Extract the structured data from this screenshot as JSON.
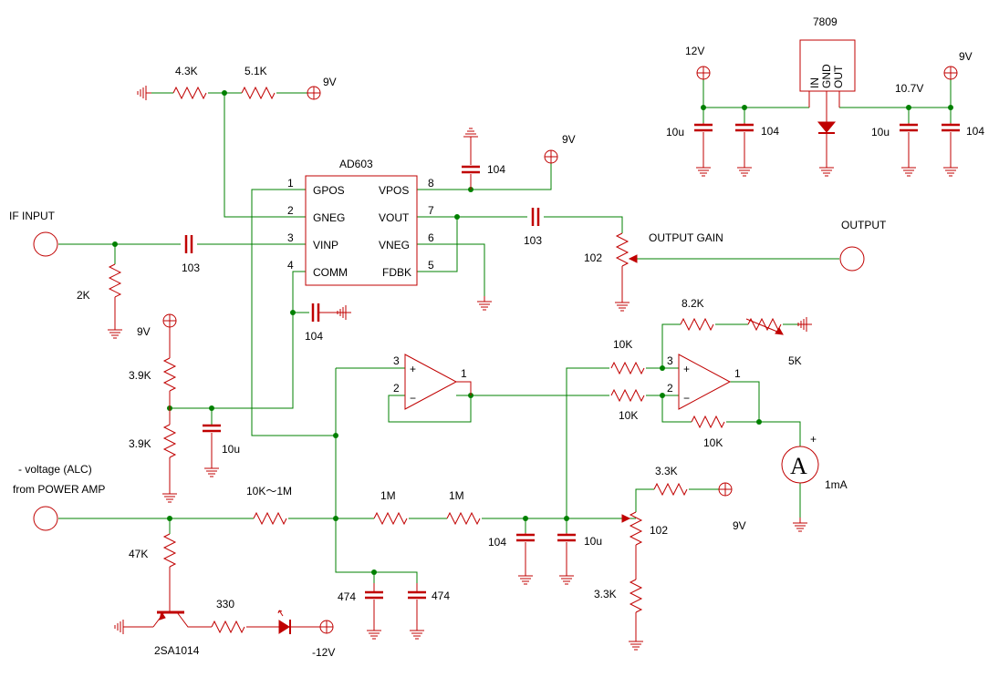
{
  "ic": {
    "name": "AD603",
    "pins_left": [
      {
        "num": "1",
        "name": "GPOS"
      },
      {
        "num": "2",
        "name": "GNEG"
      },
      {
        "num": "3",
        "name": "VINP"
      },
      {
        "num": "4",
        "name": "COMM"
      }
    ],
    "pins_right": [
      {
        "num": "8",
        "name": "VPOS"
      },
      {
        "num": "7",
        "name": "VOUT"
      },
      {
        "num": "6",
        "name": "VNEG"
      },
      {
        "num": "5",
        "name": "FDBK"
      }
    ]
  },
  "regulator": {
    "name": "7809",
    "pin_in": "IN",
    "pin_gnd": "GND",
    "pin_out": "OUT"
  },
  "ports": {
    "if_input": "IF INPUT",
    "output": "OUTPUT",
    "output_gain": "OUTPUT GAIN",
    "alc_line1": "- voltage (ALC)",
    "alc_line2": "from POWER AMP"
  },
  "supplies": {
    "v12": "12V",
    "v9_top": "9V",
    "v9_ic": "9V",
    "v9_reg": "9V",
    "v9_bias": "9V",
    "v9_offset": "9V",
    "v10_7": "10.7V",
    "vneg12": "-12V"
  },
  "resistors": {
    "r_43k": "4.3K",
    "r_51k": "5.1K",
    "r_2k": "2K",
    "r_39k_top": "3.9K",
    "r_39k_bot": "3.9K",
    "r_10k_1m": "10K～1M",
    "r_1m_a": "1M",
    "r_1m_b": "1M",
    "r_47k": "47K",
    "r_330": "330",
    "r_10k_a": "10K",
    "r_10k_b": "10K",
    "r_10k_fb": "10K",
    "r_82k": "8.2K",
    "r_5k": "5K",
    "r_33k_top": "3.3K",
    "r_33k_bot": "3.3K",
    "pot_102_out": "102",
    "pot_102_ofs": "102"
  },
  "capacitors": {
    "c_103_in": "103",
    "c_103_out": "103",
    "c_104_vpos": "104",
    "c_104_comm": "104",
    "c_10u_bias": "10u",
    "c_104_filt": "104",
    "c_10u_filt": "10u",
    "c_474_a": "474",
    "c_474_b": "474",
    "c_10u_reg_in": "10u",
    "c_104_reg_in": "104",
    "c_10u_reg_out": "10u",
    "c_104_reg_out": "104"
  },
  "opamp1": {
    "pin_plus": "3",
    "pin_minus": "2",
    "pin_out": "1"
  },
  "opamp2": {
    "pin_plus": "3",
    "pin_minus": "2",
    "pin_out": "1"
  },
  "meter": {
    "symbol": "A",
    "value": "1mA",
    "plus": "+"
  },
  "transistor": {
    "name": "2SA1014"
  }
}
